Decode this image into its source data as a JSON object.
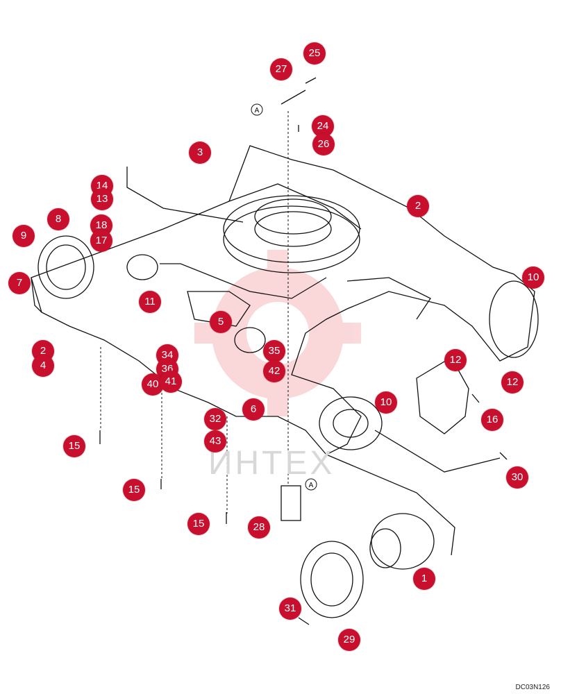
{
  "diagram": {
    "drawing_code": "DC03N126",
    "watermark_text": "ИНТЕХ",
    "ref_marker": "A",
    "accent_color": "#c8102e",
    "callouts": [
      {
        "label": "25"
      },
      {
        "label": "27"
      },
      {
        "label": "24"
      },
      {
        "label": "26"
      },
      {
        "label": "3"
      },
      {
        "label": "14"
      },
      {
        "label": "13"
      },
      {
        "label": "2"
      },
      {
        "label": "8"
      },
      {
        "label": "18"
      },
      {
        "label": "9"
      },
      {
        "label": "17"
      },
      {
        "label": "7"
      },
      {
        "label": "10"
      },
      {
        "label": "11"
      },
      {
        "label": "5"
      },
      {
        "label": "2"
      },
      {
        "label": "4"
      },
      {
        "label": "34"
      },
      {
        "label": "36"
      },
      {
        "label": "35"
      },
      {
        "label": "12"
      },
      {
        "label": "40"
      },
      {
        "label": "41"
      },
      {
        "label": "42"
      },
      {
        "label": "12"
      },
      {
        "label": "6"
      },
      {
        "label": "10"
      },
      {
        "label": "32"
      },
      {
        "label": "16"
      },
      {
        "label": "43"
      },
      {
        "label": "15"
      },
      {
        "label": "30"
      },
      {
        "label": "15"
      },
      {
        "label": "15"
      },
      {
        "label": "28"
      },
      {
        "label": "1"
      },
      {
        "label": "31"
      },
      {
        "label": "29"
      }
    ]
  }
}
